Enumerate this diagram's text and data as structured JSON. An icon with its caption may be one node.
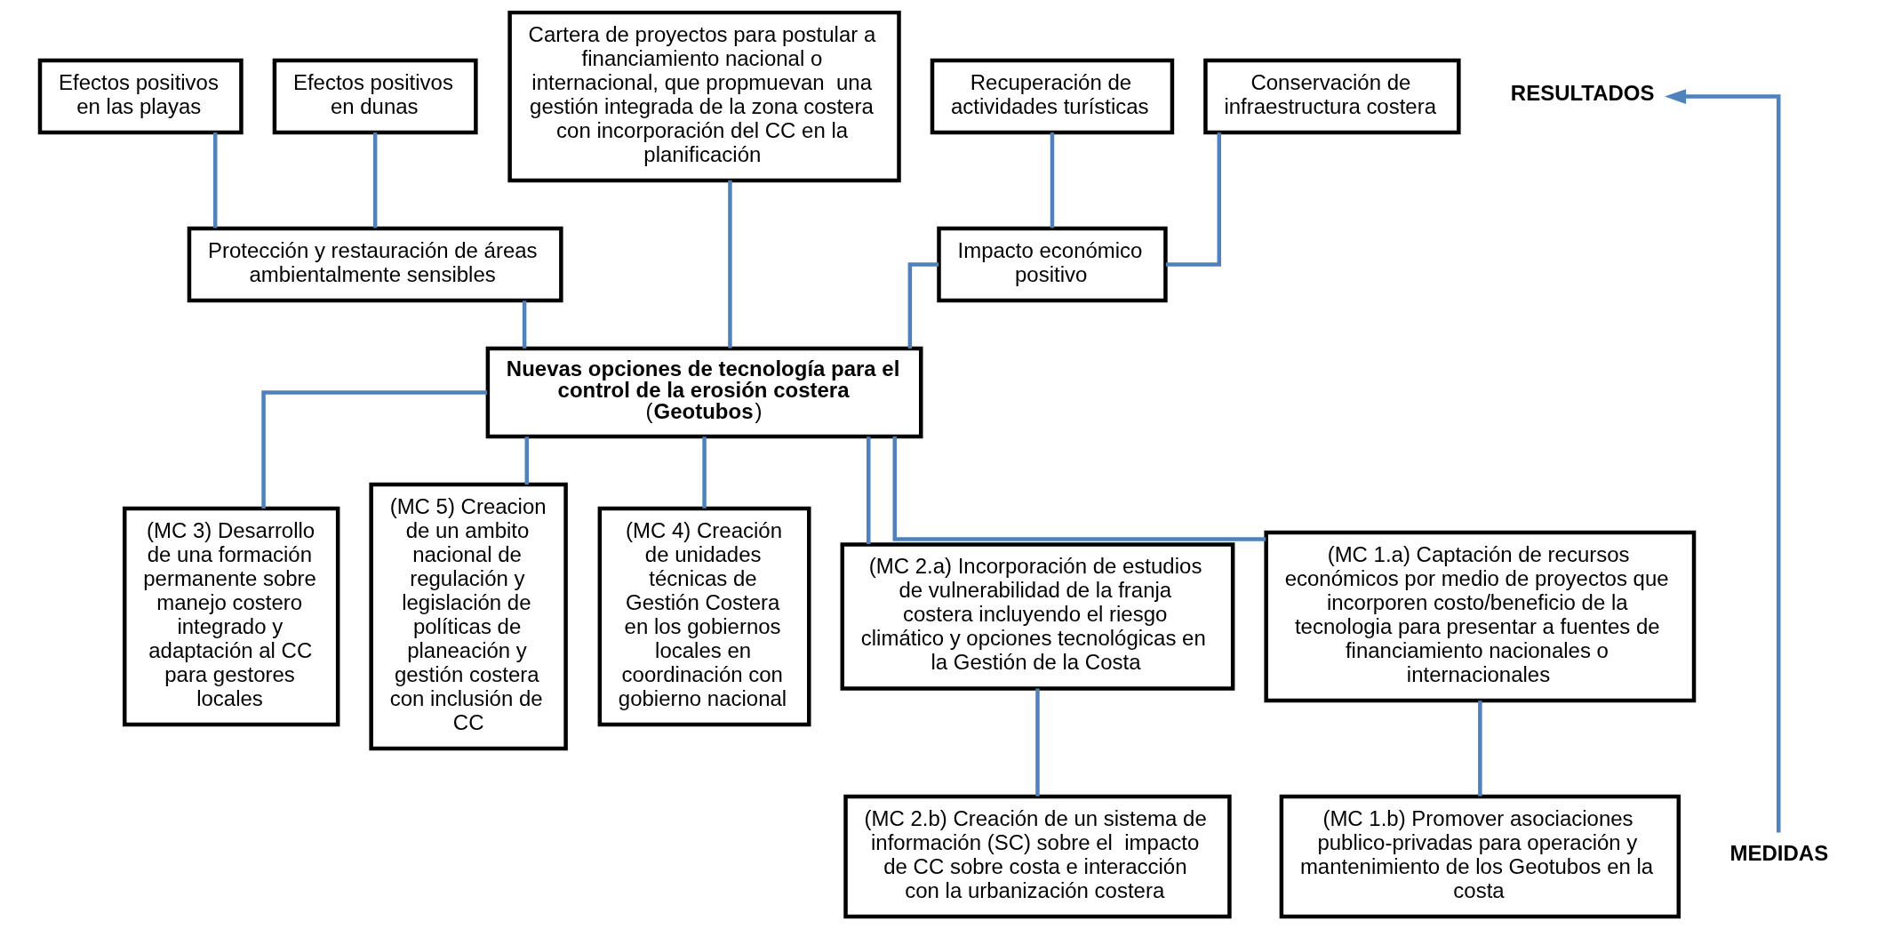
{
  "diagram": {
    "nodes": [
      {
        "text": [
          "Efectos positivos en las playas"
        ]
      },
      {
        "text": [
          "Efectos positivos en dunas"
        ]
      },
      {
        "text": [
          "Recuperación de actividades turísticas"
        ]
      },
      {
        "text": [
          "Conservación de infraestructura costera"
        ]
      },
      {
        "text": [
          "Cartera de proyectos para postular a financiamiento nacional o internacional, que propmuevan  una gestión integrada de la zona costera con incorporación del CC en la planificación"
        ]
      },
      {
        "text": [
          "Protección y restauración de áreas ambientalmente sensibles"
        ]
      },
      {
        "text": [
          "Impacto económico positivo"
        ]
      },
      {
        "text": [
          "**Nuevas opciones de tecnología para el control de la erosión costera** (**Geotubos**)"
        ]
      },
      {
        "text": [
          "(MC 3) Desarrollo de una formación permanente sobre manejo costero integrado y adaptación al CC para gestores locales"
        ]
      },
      {
        "text": [
          "(MC 5) Creacion de un ambito nacional de regulación y legislación de políticas de planeación y gestión costera con inclusión de CC"
        ]
      },
      {
        "text": [
          "(MC 4) Creación de unidades técnicas de Gestión Costera en los gobiernos locales en coordinación con gobierno nacional"
        ]
      },
      {
        "text": [
          "(MC 2.a) Incorporación de estudios de vulnerabilidad de la franja costera incluyendo el riesgo climático y opciones tecnológicas en la Gestión de la Costa"
        ]
      },
      {
        "text": [
          "(MC 1.a) Captación de recursos económicos por medio de proyectos que incorporen costo/beneficio de la tecnologia para presentar a fuentes de financiamiento nacionales o internacionales"
        ]
      },
      {
        "text": [
          "(MC 2.b) Creación de un sistema de información (SC) sobre el  impacto de CC sobre costa e interacción con la urbanización costera"
        ]
      },
      {
        "text": [
          "(MC 1.b) Promover asociaciones publico-privadas para operación y mantenimiento de los Geotubos en la costa"
        ]
      },
      {
        "text": [
          "RESULTADOS"
        ]
      },
      {
        "text": [
          "MEDIDAS"
        ]
      }
    ],
    "edges": [
      {
        "from": 0,
        "to": 5,
        "arrow": "none"
      },
      {
        "from": 1,
        "to": 5,
        "arrow": "none"
      },
      {
        "from": 2,
        "to": 6,
        "arrow": "none"
      },
      {
        "from": 3,
        "to": 6,
        "arrow": "none"
      },
      {
        "from": 5,
        "to": 7,
        "arrow": "none"
      },
      {
        "from": 6,
        "to": 7,
        "arrow": "none"
      },
      {
        "from": 4,
        "to": 7,
        "arrow": "none"
      },
      {
        "from": 7,
        "to": 8,
        "arrow": "none"
      },
      {
        "from": 7,
        "to": 9,
        "arrow": "none"
      },
      {
        "from": 7,
        "to": 10,
        "arrow": "none"
      },
      {
        "from": 7,
        "to": 11,
        "arrow": "none"
      },
      {
        "from": 7,
        "to": 12,
        "arrow": "none"
      },
      {
        "from": 11,
        "to": 13,
        "arrow": "none"
      },
      {
        "from": 12,
        "to": 14,
        "arrow": "none"
      },
      {
        "from": 16,
        "to": 15,
        "arrow": "to"
      }
    ]
  }
}
